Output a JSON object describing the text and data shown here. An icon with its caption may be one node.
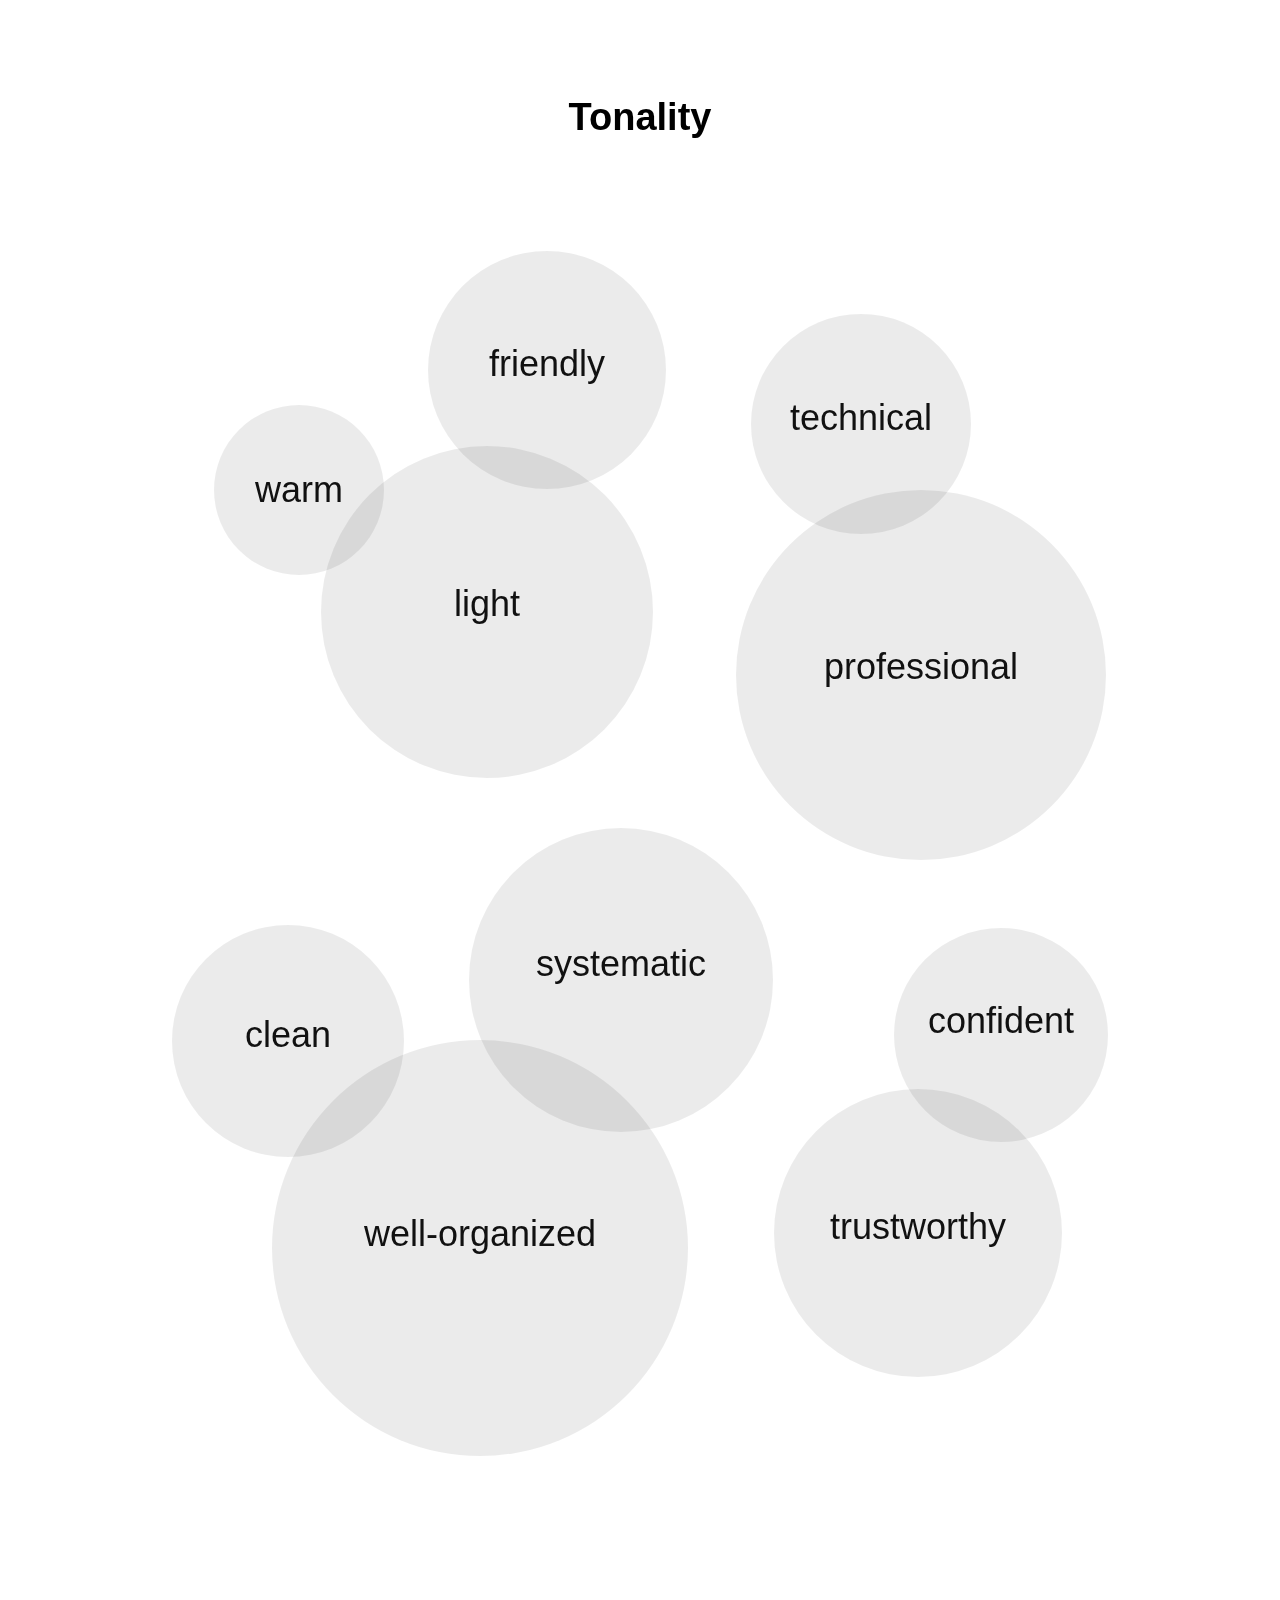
{
  "diagram": {
    "title": "Tonality",
    "nodes": [
      {
        "text": [
          "friendly"
        ]
      },
      {
        "text": [
          "technical"
        ]
      },
      {
        "text": [
          "warm"
        ]
      },
      {
        "text": [
          "light"
        ]
      },
      {
        "text": [
          "professional"
        ]
      },
      {
        "text": [
          "systematic"
        ]
      },
      {
        "text": [
          "confident"
        ]
      },
      {
        "text": [
          "clean"
        ]
      },
      {
        "text": [
          "well-organized"
        ]
      },
      {
        "text": [
          "trustworthy"
        ]
      }
    ]
  }
}
